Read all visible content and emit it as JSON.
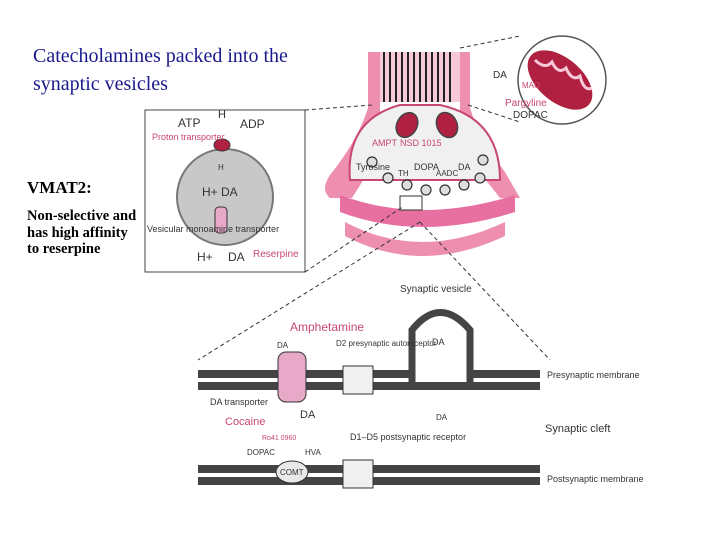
{
  "title": "Catecholamines packed into the synaptic vesicles",
  "vmat": {
    "heading": "VMAT2:",
    "description": "Non-selective and has high affinity to reserpine"
  },
  "inset": {
    "atp": "ATP",
    "h_top": "H",
    "adp": "ADP",
    "proton_transporter": "Proton transporter",
    "h_small": "H",
    "h_plus_da": "H+ DA",
    "vesicular_transporter": "Vesicular monoamine transporter",
    "h_plus_bottom": "H+",
    "da_bottom": "DA",
    "reserpine": "Reserpine"
  },
  "terminal": {
    "da_mito": "DA",
    "mao": "MAO",
    "pargyline": "Pargyline",
    "dopac": "DOPAC",
    "ampt": "AMPT",
    "nsd": "NSD 1015",
    "tyrosine": "Tyrosine",
    "th": "TH",
    "dopa": "DOPA",
    "aadc": "AADC",
    "da": "DA"
  },
  "synapse": {
    "synaptic_vesicle": "Synaptic vesicle",
    "amphetamine": "Amphetamine",
    "da_left": "DA",
    "d2_auto": "D2 presynaptic autoreceptor",
    "da_vesicle": "DA",
    "presynaptic_membrane": "Presynaptic membrane",
    "da_transporter": "DA transporter",
    "da_mid": "DA",
    "da_cleft": "DA",
    "cocaine": "Cocaine",
    "ro": "Ro41 0960",
    "dopac": "DOPAC",
    "hva": "HVA",
    "comt": "COMT",
    "d1_d5": "D1–D5 postsynaptic receptor",
    "synaptic_cleft": "Synaptic cleft",
    "postsynaptic_membrane": "Postsynaptic membrane"
  }
}
